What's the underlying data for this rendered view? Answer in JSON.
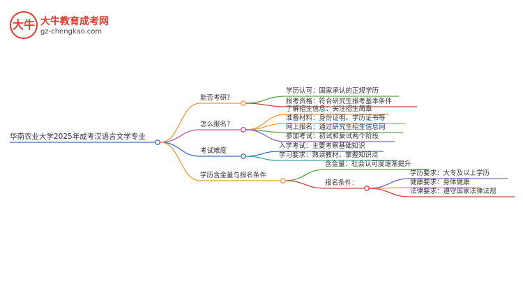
{
  "logo": {
    "mark": "大牛",
    "title": "大牛教育成考网",
    "url": "gz-chengkao.com"
  },
  "colors": {
    "orange": "#f0963a",
    "pink": "#c44c9c",
    "blue": "#3a6fc4",
    "green": "#59a544",
    "red": "#d0403a",
    "purple": "#8a62c8",
    "teal": "#3aa6a0"
  },
  "mindmap": {
    "root": "华南农业大学2025年成考汉语言文学专业",
    "branches": [
      {
        "label": "能否考研？",
        "color": "orange",
        "children": [
          {
            "label": "学历认可：国家承认的正规学历",
            "color": "green"
          },
          {
            "label": "报考资格：符合研究生报考基本条件",
            "color": "red"
          }
        ]
      },
      {
        "label": "怎么报名？",
        "color": "pink",
        "children": [
          {
            "label": "了解招生信息：关注招生简章",
            "color": "orange"
          },
          {
            "label": "准备材料：身份证明、学历证书等",
            "color": "orange"
          },
          {
            "label": "网上报名：通过研究生招生信息网",
            "color": "green"
          },
          {
            "label": "参加考试：初试和复试两个阶段",
            "color": "purple"
          }
        ]
      },
      {
        "label": "考试难度",
        "color": "blue",
        "children": [
          {
            "label": "入学考试：主要考察基础知识",
            "color": "blue"
          },
          {
            "label": "学习要求：熟读教材，掌握知识点",
            "color": "teal"
          }
        ]
      },
      {
        "label": "学历含金量与报名条件",
        "color": "orange",
        "children": [
          {
            "label": "含金量：社会认可度逐渐提升",
            "color": "green"
          },
          {
            "label": "报名条件：",
            "color": "red",
            "children": [
              {
                "label": "学历要求：大专及以上学历",
                "color": "purple"
              },
              {
                "label": "健康要求：身体健康",
                "color": "orange"
              },
              {
                "label": "法律要求：遵守国家法律法规",
                "color": "red"
              }
            ]
          }
        ]
      }
    ]
  }
}
